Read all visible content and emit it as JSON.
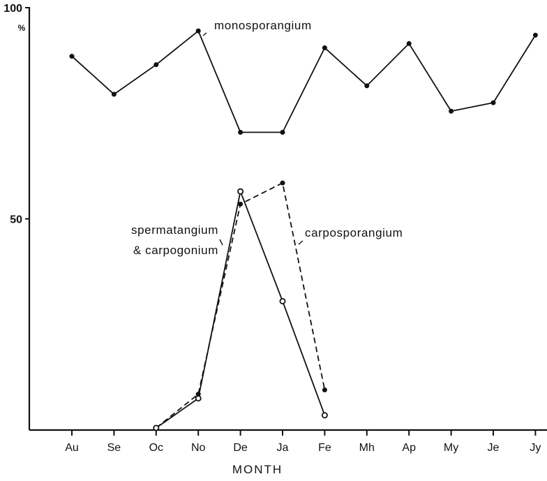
{
  "chart_data": {
    "type": "line",
    "title": "",
    "xlabel": "MONTH",
    "ylabel": "%",
    "ylim": [
      0,
      100
    ],
    "y_ticks": [
      {
        "value": 50,
        "label": "50"
      },
      {
        "value": 100,
        "label": "100"
      }
    ],
    "categories": [
      "Au",
      "Se",
      "Oc",
      "No",
      "De",
      "Ja",
      "Fe",
      "Mh",
      "Ap",
      "My",
      "Je",
      "Jy"
    ],
    "grid": false,
    "series": [
      {
        "name": "monosporangium",
        "style": "solid",
        "marker": "filled",
        "values": [
          88.5,
          79.5,
          86.5,
          94.5,
          70.5,
          70.5,
          90.5,
          81.5,
          91.5,
          75.5,
          77.5,
          93.5
        ]
      },
      {
        "name": "spermatangium & carpogonium",
        "style": "solid",
        "marker": "open",
        "values": [
          null,
          null,
          0.5,
          7.5,
          56.5,
          30.5,
          3.5,
          null,
          null,
          null,
          null,
          null
        ]
      },
      {
        "name": "carposporangium",
        "style": "dashed",
        "marker": "filled",
        "values": [
          null,
          null,
          0.5,
          8.5,
          53.5,
          58.5,
          9.5,
          null,
          null,
          null,
          null,
          null
        ]
      }
    ],
    "annotations": [
      {
        "text": "monosporangium",
        "series": 0
      },
      {
        "text": "spermatangium",
        "series": 1
      },
      {
        "text": "& carpogonium",
        "series": 1
      },
      {
        "text": "carposporangium",
        "series": 2
      }
    ],
    "colors": {
      "ink": "#111111",
      "background": "#ffffff"
    }
  }
}
